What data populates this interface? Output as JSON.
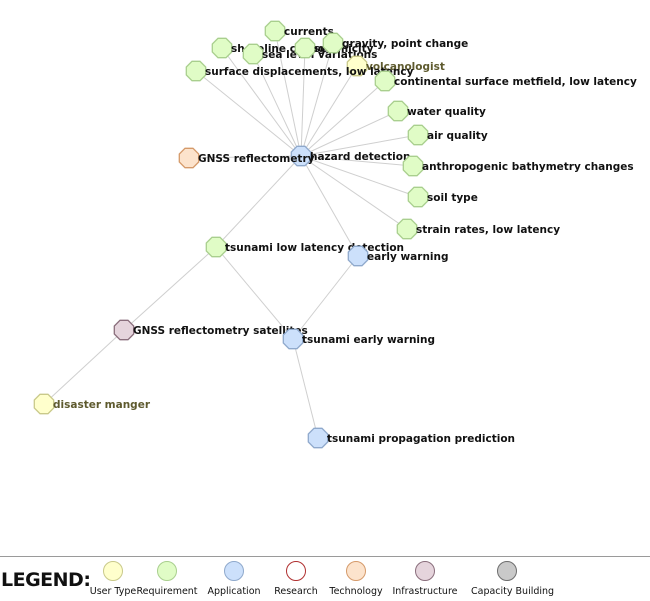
{
  "categories": [
    {
      "id": "user",
      "label": "User Type",
      "fill": "#ffffcc",
      "stroke": "#c9c98a",
      "text": "#5e5a2e"
    },
    {
      "id": "req",
      "label": "Requirement",
      "fill": "#e0fcc6",
      "stroke": "#a9cf8e",
      "text": "#111111"
    },
    {
      "id": "app",
      "label": "Application",
      "fill": "#cce0fb",
      "stroke": "#8fa9cc",
      "text": "#111111"
    },
    {
      "id": "research",
      "label": "Research",
      "fill": "#ffffff",
      "stroke": "#b03030",
      "text": "#111111"
    },
    {
      "id": "tech",
      "label": "Technology",
      "fill": "#fce3cc",
      "stroke": "#d59a6a",
      "text": "#111111"
    },
    {
      "id": "infra",
      "label": "Infrastructure",
      "fill": "#e5d4dc",
      "stroke": "#8a6e7c",
      "text": "#111111"
    },
    {
      "id": "cap",
      "label": "Capacity Building",
      "fill": "#c9c9c9",
      "stroke": "#6e6e6e",
      "text": "#111111"
    }
  ],
  "legend": {
    "title": "LEGEND:"
  },
  "nodes": [
    {
      "id": "hazard",
      "label": "hazard detection",
      "cat": "app"
    },
    {
      "id": "currents",
      "label": "currents",
      "cat": "req"
    },
    {
      "id": "shoreline",
      "label": "shoreline changes",
      "cat": "req"
    },
    {
      "id": "sealevel",
      "label": "sea level variations",
      "cat": "req"
    },
    {
      "id": "seismicity",
      "label": "seismicity",
      "cat": "req"
    },
    {
      "id": "gravity",
      "label": "gravity, point change",
      "cat": "req"
    },
    {
      "id": "volcanologist",
      "label": "volcanologist",
      "cat": "user"
    },
    {
      "id": "surface",
      "label": "surface displacements, low latency",
      "cat": "req"
    },
    {
      "id": "continental",
      "label": "continental surface metfield, low latency",
      "cat": "req"
    },
    {
      "id": "water",
      "label": "water quality",
      "cat": "req"
    },
    {
      "id": "air",
      "label": "air quality",
      "cat": "req"
    },
    {
      "id": "anthro",
      "label": "anthropogenic bathymetry changes",
      "cat": "req"
    },
    {
      "id": "soil",
      "label": "soil type",
      "cat": "req"
    },
    {
      "id": "strain",
      "label": "strain rates, low latency",
      "cat": "req"
    },
    {
      "id": "gnss",
      "label": "GNSS reflectometry",
      "cat": "tech"
    },
    {
      "id": "tsunami_ld",
      "label": "tsunami low latency detection",
      "cat": "req"
    },
    {
      "id": "early",
      "label": "early warning",
      "cat": "app"
    },
    {
      "id": "gnss_sat",
      "label": "GNSS reflectometry satellites",
      "cat": "infra"
    },
    {
      "id": "tsunami_ew",
      "label": "tsunami early warning",
      "cat": "app"
    },
    {
      "id": "disaster",
      "label": "disaster manger",
      "cat": "user"
    },
    {
      "id": "tsunami_pp",
      "label": "tsunami propagation prediction",
      "cat": "app"
    }
  ],
  "edges": [
    [
      "hazard",
      "currents"
    ],
    [
      "hazard",
      "shoreline"
    ],
    [
      "hazard",
      "sealevel"
    ],
    [
      "hazard",
      "seismicity"
    ],
    [
      "hazard",
      "gravity"
    ],
    [
      "hazard",
      "volcanologist"
    ],
    [
      "hazard",
      "surface"
    ],
    [
      "hazard",
      "continental"
    ],
    [
      "hazard",
      "water"
    ],
    [
      "hazard",
      "air"
    ],
    [
      "hazard",
      "anthro"
    ],
    [
      "hazard",
      "soil"
    ],
    [
      "hazard",
      "strain"
    ],
    [
      "hazard",
      "gnss"
    ],
    [
      "hazard",
      "tsunami_ld"
    ],
    [
      "hazard",
      "early"
    ],
    [
      "tsunami_ld",
      "gnss_sat"
    ],
    [
      "tsunami_ld",
      "tsunami_ew"
    ],
    [
      "early",
      "tsunami_ew"
    ],
    [
      "gnss_sat",
      "disaster"
    ],
    [
      "tsunami_ew",
      "tsunami_pp"
    ]
  ]
}
